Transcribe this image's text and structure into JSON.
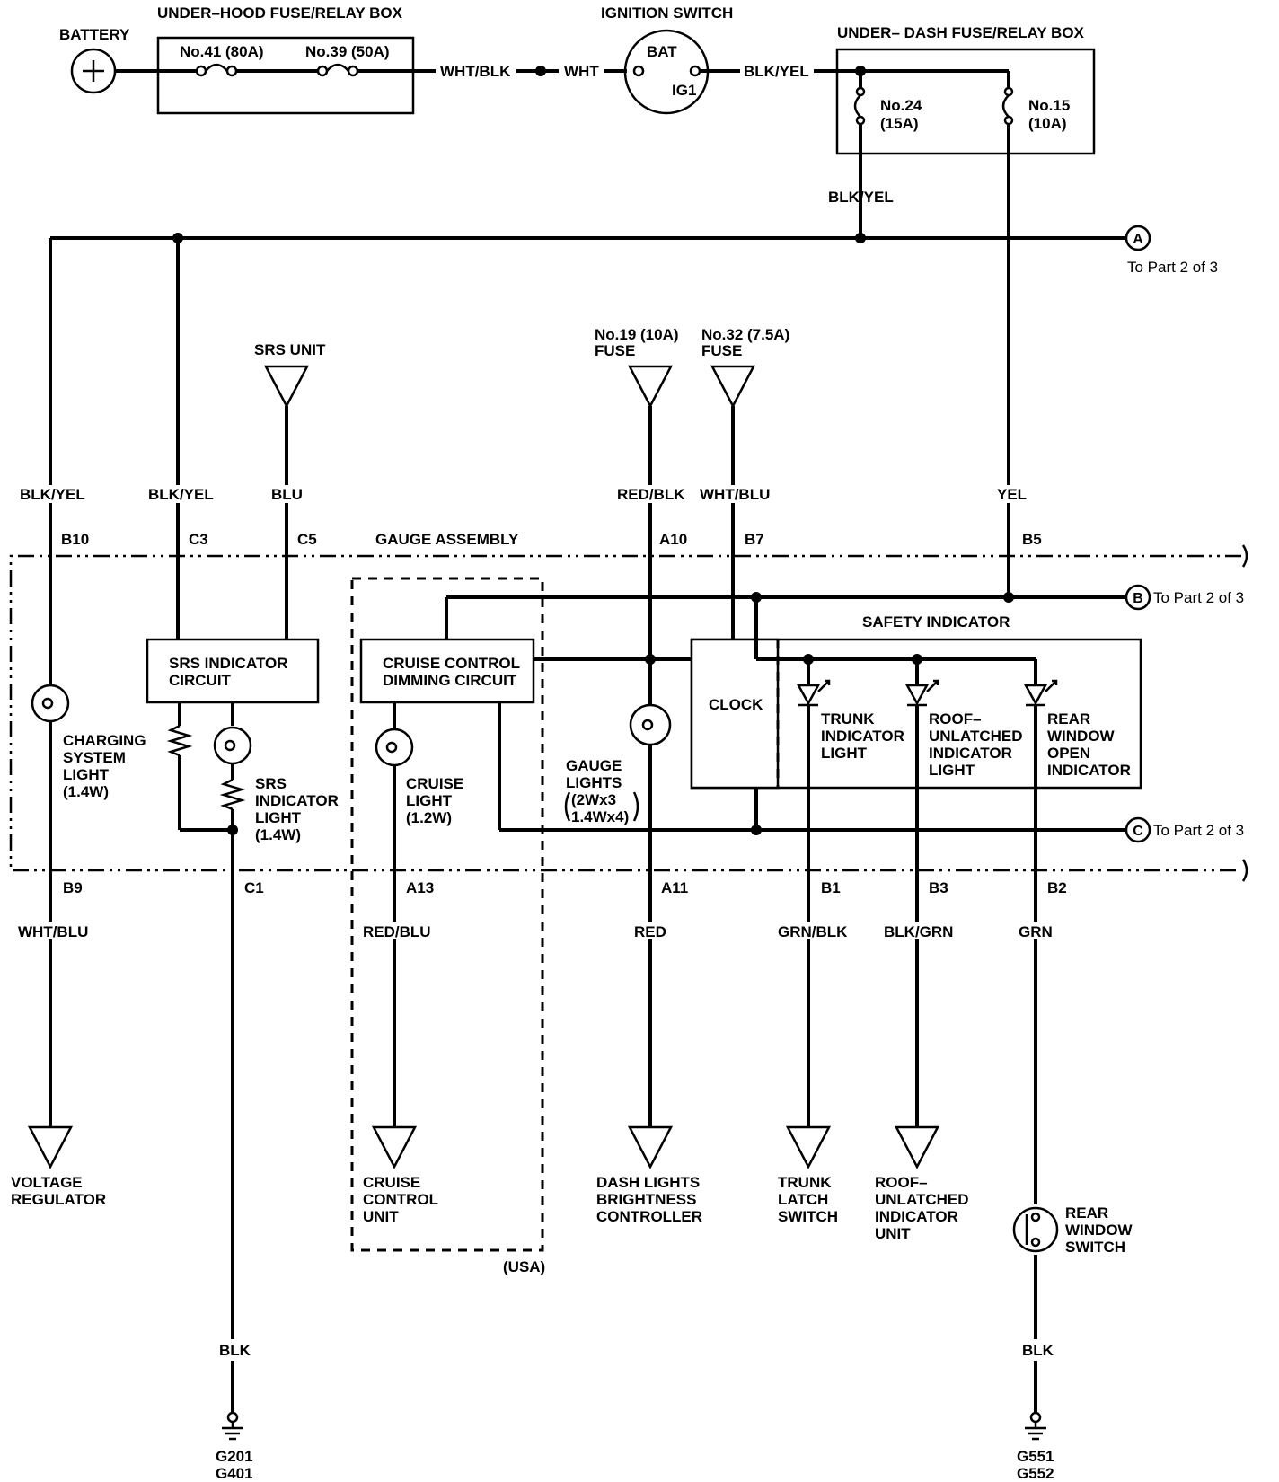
{
  "top": {
    "battery": "BATTERY",
    "hood_box": "UNDER–HOOD FUSE/RELAY BOX",
    "fuse41": "No.41 (80A)",
    "fuse39": "No.39 (50A)",
    "wht_blk": "WHT/BLK",
    "wht": "WHT",
    "ign_switch": "IGNITION SWITCH",
    "bat": "BAT",
    "ig1": "IG1",
    "blk_yel_top": "BLK/YEL",
    "dash_box": "UNDER– DASH FUSE/RELAY BOX",
    "fuse24_a": "No.24",
    "fuse24_b": "(15A)",
    "fuse15_a": "No.15",
    "fuse15_b": "(10A)",
    "blk_yel_drop": "BLK/YEL"
  },
  "connectors": {
    "a": "A",
    "a_text": "To Part  2 of 3",
    "b": "B",
    "b_text": "To Part  2 of 3",
    "c": "C",
    "c_text": "To Part  2 of 3"
  },
  "sources": {
    "srs_unit": "SRS UNIT",
    "fuse19_a": "No.19 (10A)",
    "fuse19_b": "FUSE",
    "fuse32_a": "No.32 (7.5A)",
    "fuse32_b": "FUSE"
  },
  "wires_upper": {
    "w1": "BLK/YEL",
    "w2": "BLK/YEL",
    "w3": "BLU",
    "w4": "RED/BLK",
    "w5": "WHT/BLU",
    "w6": "YEL"
  },
  "pins_upper": {
    "b10": "B10",
    "c3": "C3",
    "c5": "C5",
    "a10": "A10",
    "b7": "B7",
    "b5": "B5"
  },
  "gauge": {
    "title": "GAUGE ASSEMBLY",
    "safety": "SAFETY INDICATOR",
    "srs_circuit_a": "SRS INDICATOR",
    "srs_circuit_b": "CIRCUIT",
    "cruise_circuit_a": "CRUISE CONTROL",
    "cruise_circuit_b": "DIMMING CIRCUIT",
    "clock": "CLOCK",
    "charging": [
      "CHARGING",
      "SYSTEM",
      "LIGHT",
      "(1.4W)"
    ],
    "srs_light": [
      "SRS",
      "INDICATOR",
      "LIGHT",
      "(1.4W)"
    ],
    "cruise_light": [
      "CRUISE",
      "LIGHT",
      "(1.2W)"
    ],
    "gauge_lights": [
      "GAUGE",
      "LIGHTS",
      "(2Wx3",
      "1.4Wx4)"
    ],
    "trunk": [
      "TRUNK",
      "INDICATOR",
      "LIGHT"
    ],
    "roof": [
      "ROOF–",
      "UNLATCHED",
      "INDICATOR",
      "LIGHT"
    ],
    "rear": [
      "REAR",
      "WINDOW",
      "OPEN",
      "INDICATOR"
    ]
  },
  "pins_lower": {
    "b9": "B9",
    "c1": "C1",
    "a13": "A13",
    "a11": "A11",
    "b1": "B1",
    "b3": "B3",
    "b2": "B2"
  },
  "wires_lower": {
    "w1": "WHT/BLU",
    "w2": "RED/BLU",
    "w3": "RED",
    "w4": "GRN/BLK",
    "w5": "BLK/GRN",
    "w6": "GRN",
    "blk1": "BLK",
    "blk2": "BLK"
  },
  "destinations": {
    "voltage": [
      "VOLTAGE",
      "REGULATOR"
    ],
    "cruise_unit": [
      "CRUISE",
      "CONTROL",
      "UNIT"
    ],
    "usa": "(USA)",
    "dash_lights": [
      "DASH LIGHTS",
      "BRIGHTNESS",
      "CONTROLLER"
    ],
    "trunk_switch": [
      "TRUNK",
      "LATCH",
      "SWITCH"
    ],
    "roof_unit": [
      "ROOF–",
      "UNLATCHED",
      "INDICATOR",
      "UNIT"
    ],
    "rear_switch": [
      "REAR",
      "WINDOW",
      "SWITCH"
    ],
    "g1": [
      "G201",
      "G401"
    ],
    "g2": [
      "G551",
      "G552"
    ]
  }
}
